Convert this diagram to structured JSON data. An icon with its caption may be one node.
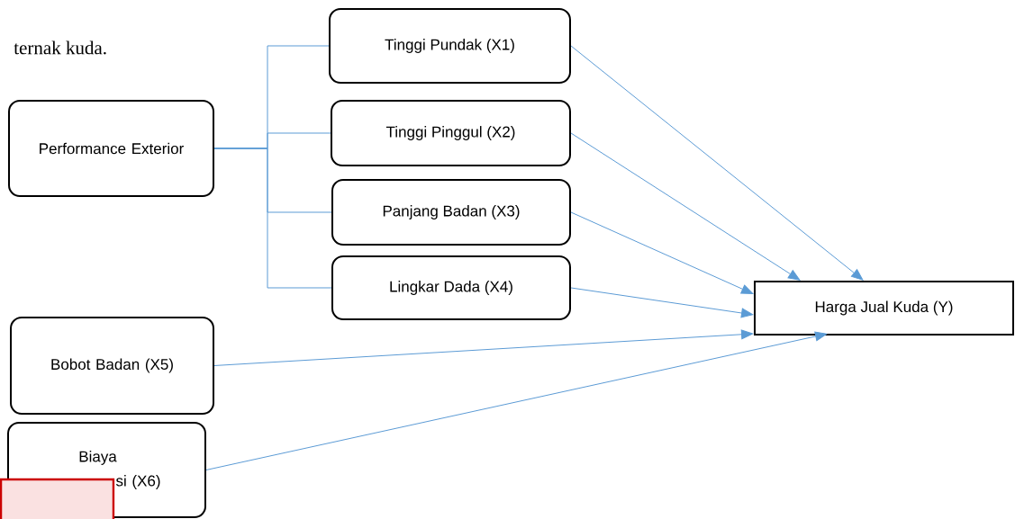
{
  "diagram": {
    "nodes": [
      {
        "text": [
          "Performance Exterior"
        ]
      },
      {
        "text": [
          "Tinggi Pundak (X1)"
        ]
      },
      {
        "text": [
          "Tinggi Pinggul (X2)"
        ]
      },
      {
        "text": [
          "Panjang Badan (X3)"
        ]
      },
      {
        "text": [
          "Lingkar Dada (X4)"
        ]
      },
      {
        "text": [
          "Harga Jual Kuda (Y)"
        ]
      },
      {
        "text": [
          "Bobot Badan (X5)"
        ]
      },
      {
        "text": [
          "Biaya",
          "si (X6)"
        ]
      }
    ],
    "edges": [
      {
        "from": 0,
        "to": 1,
        "arrow": "none"
      },
      {
        "from": 0,
        "to": 2,
        "arrow": "none"
      },
      {
        "from": 0,
        "to": 3,
        "arrow": "none"
      },
      {
        "from": 0,
        "to": 4,
        "arrow": "none"
      },
      {
        "from": 1,
        "to": 5,
        "arrow": "to"
      },
      {
        "from": 2,
        "to": 5,
        "arrow": "to"
      },
      {
        "from": 3,
        "to": 5,
        "arrow": "to"
      },
      {
        "from": 4,
        "to": 5,
        "arrow": "to"
      },
      {
        "from": 6,
        "to": 5,
        "arrow": "to"
      },
      {
        "from": 7,
        "to": 5,
        "arrow": "to"
      }
    ],
    "labels": [
      "ternak kuda."
    ]
  }
}
